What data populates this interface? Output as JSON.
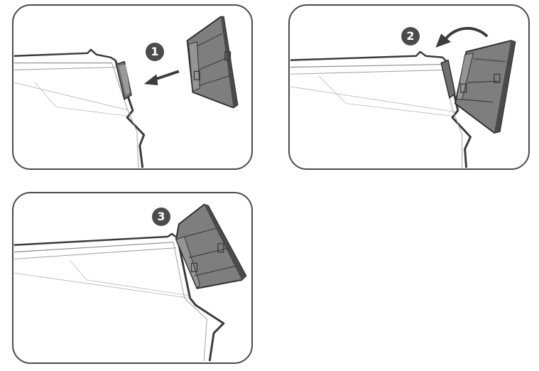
{
  "steps": [
    {
      "number": "1",
      "action": "slide-in",
      "arrow": "straight-arrow-icon"
    },
    {
      "number": "2",
      "action": "rotate-down",
      "arrow": "curved-arrow-icon"
    },
    {
      "number": "3",
      "action": "attached"
    }
  ],
  "colors": {
    "frame": "#4a4a4a",
    "part_fill": "#7a7a7a",
    "part_dark": "#3c3c3c",
    "badge": "#4b4b4b",
    "thin_line": "#9a9a9a"
  }
}
